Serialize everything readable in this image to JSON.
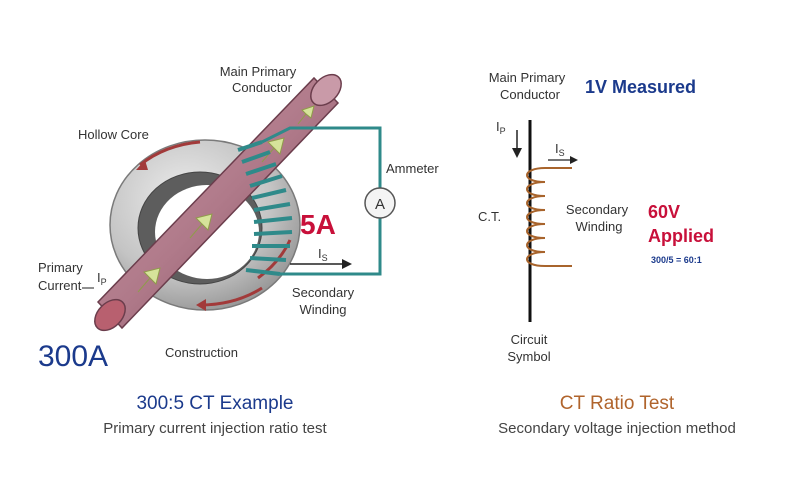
{
  "left": {
    "main_conductor": [
      "Main Primary",
      "Conductor"
    ],
    "hollow_core": "Hollow Core",
    "ammeter": "Ammeter",
    "ammeter_symbol": "A",
    "secondary_current": "5A",
    "is_symbol": "I",
    "is_sub": "S",
    "ip_symbol": "I",
    "ip_sub": "P",
    "primary_current_label": [
      "Primary",
      "Current"
    ],
    "secondary_winding": [
      "Secondary",
      "Winding"
    ],
    "primary_current_value": "300A",
    "construction": "Construction",
    "title": "300:5 CT Example",
    "subtitle": "Primary current injection ratio test"
  },
  "right": {
    "main_conductor": [
      "Main Primary",
      "Conductor"
    ],
    "measured": "1V Measured",
    "ip_symbol": "I",
    "ip_sub": "P",
    "is_symbol": "I",
    "is_sub": "S",
    "ct": "C.T.",
    "secondary_winding": [
      "Secondary",
      "Winding"
    ],
    "applied_voltage": [
      "60V",
      "Applied"
    ],
    "ratio_note": "300/5 = 60:1",
    "circuit_symbol": [
      "Circuit",
      "Symbol"
    ],
    "title": "CT Ratio Test",
    "subtitle": "Secondary voltage injection method"
  },
  "colors": {
    "conductor": "#b07a8a",
    "conductor_dark": "#8a5566",
    "core": "#c9c9c9",
    "core_dark": "#8f8f8f",
    "winding": "#2f8a8a",
    "arrow_green": "#d6e39a",
    "arrow_red": "#a23a3a",
    "blue": "#1b3a8c",
    "red": "#c8103a",
    "brown": "#b0642c",
    "coil": "#a8642c"
  }
}
